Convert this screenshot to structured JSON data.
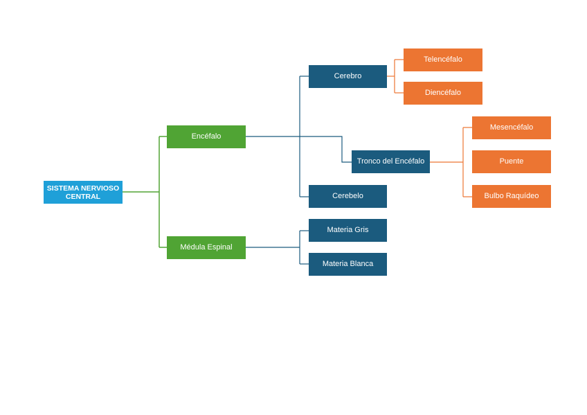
{
  "diagram": {
    "root": "SISTEMA NERVIOSO CENTRAL",
    "encefalo": "Encéfalo",
    "medula": "Médula Espinal",
    "cerebro": "Cerebro",
    "tronco": "Tronco del Encéfalo",
    "cerebelo": "Cerebelo",
    "materia_gris": "Materia Gris",
    "materia_blanca": "Materia Blanca",
    "telencefalo": "Telencéfalo",
    "diencefalo": "Diencéfalo",
    "mesencefalo": "Mesencéfalo",
    "puente": "Puente",
    "bulbo": "Bulbo Raquídeo"
  },
  "colors": {
    "root": "#1fa0d8",
    "level1": "#50a434",
    "level2": "#1b5b7e",
    "level3": "#ec7532"
  }
}
